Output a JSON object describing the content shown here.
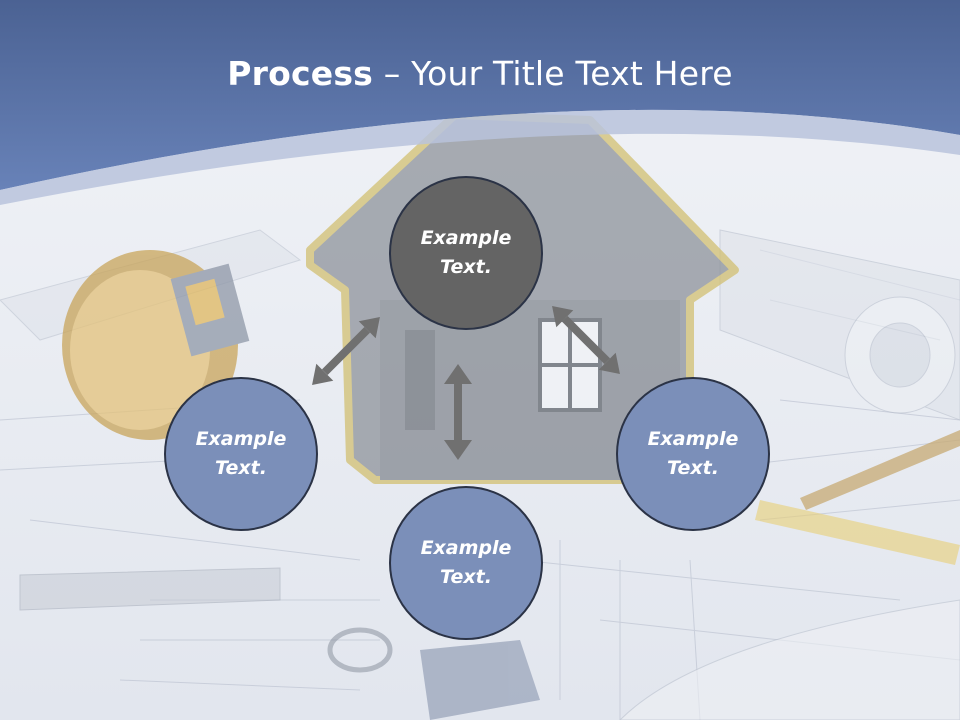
{
  "slide": {
    "title_bold": "Process",
    "title_rest": " – Your Title Text Here"
  },
  "nodes": {
    "top": "Example\nText.",
    "left": "Example\nText.",
    "right": "Example\nText.",
    "bottom": "Example\nText."
  },
  "colors": {
    "header_blue": "#5d76a9",
    "node_gray": "#646464",
    "node_blue": "#7b8fb9",
    "arrow_gray": "#707070"
  }
}
